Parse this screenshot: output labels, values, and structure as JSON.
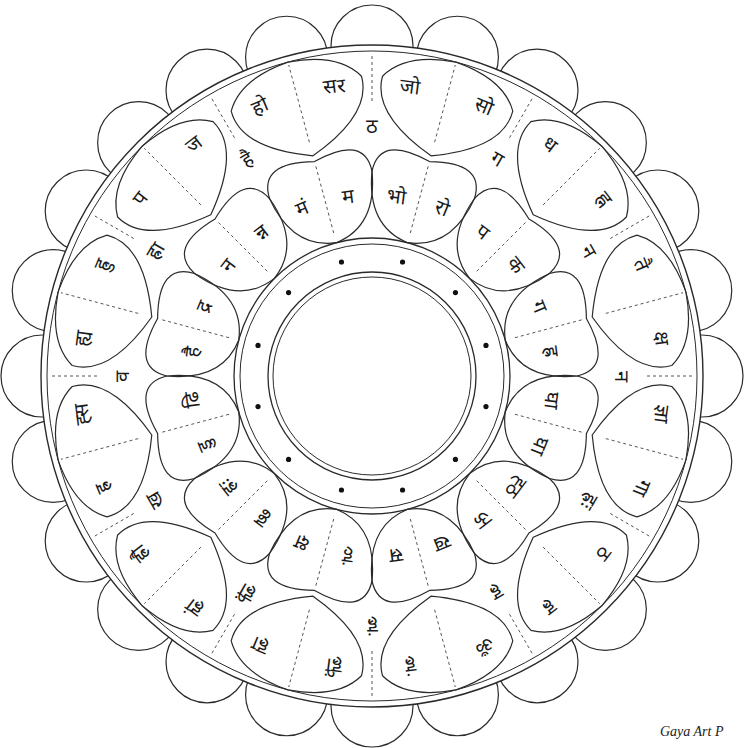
{
  "diagram": {
    "labels": [
      "जो",
      "सो",
      "ध",
      "ह्न",
      "तै",
      "क्ष",
      "ज्ञा",
      "गा",
      "ठ",
      "ह्र",
      "ॐ",
      "ह्रं",
      "ह्रीं",
      "ह्रा",
      "ह्रां",
      "ह्रौ",
      "ह्र",
      "ह्स",
      "ह्य",
      "ह्रु",
      "प",
      "ज",
      "हो",
      "सर",
      "ठ",
      "ग",
      "न",
      "न",
      "ह्रः",
      "ह्र",
      "ह्रं",
      "ह्रीं",
      "ख",
      "व",
      "ह्रा",
      "है",
      "भो",
      "रो",
      "प",
      "क",
      "ग",
      "ह्र",
      "घा",
      "घा",
      "ह्ठ",
      "ऊ",
      "ख",
      "स्र",
      "हं",
      "क्ष",
      "ढ्ढ",
      "ह्रः",
      "डु",
      "ढि",
      "है",
      "द्र",
      "न",
      "न्न",
      "मं",
      "म",
      "Gaya Art P"
    ]
  }
}
